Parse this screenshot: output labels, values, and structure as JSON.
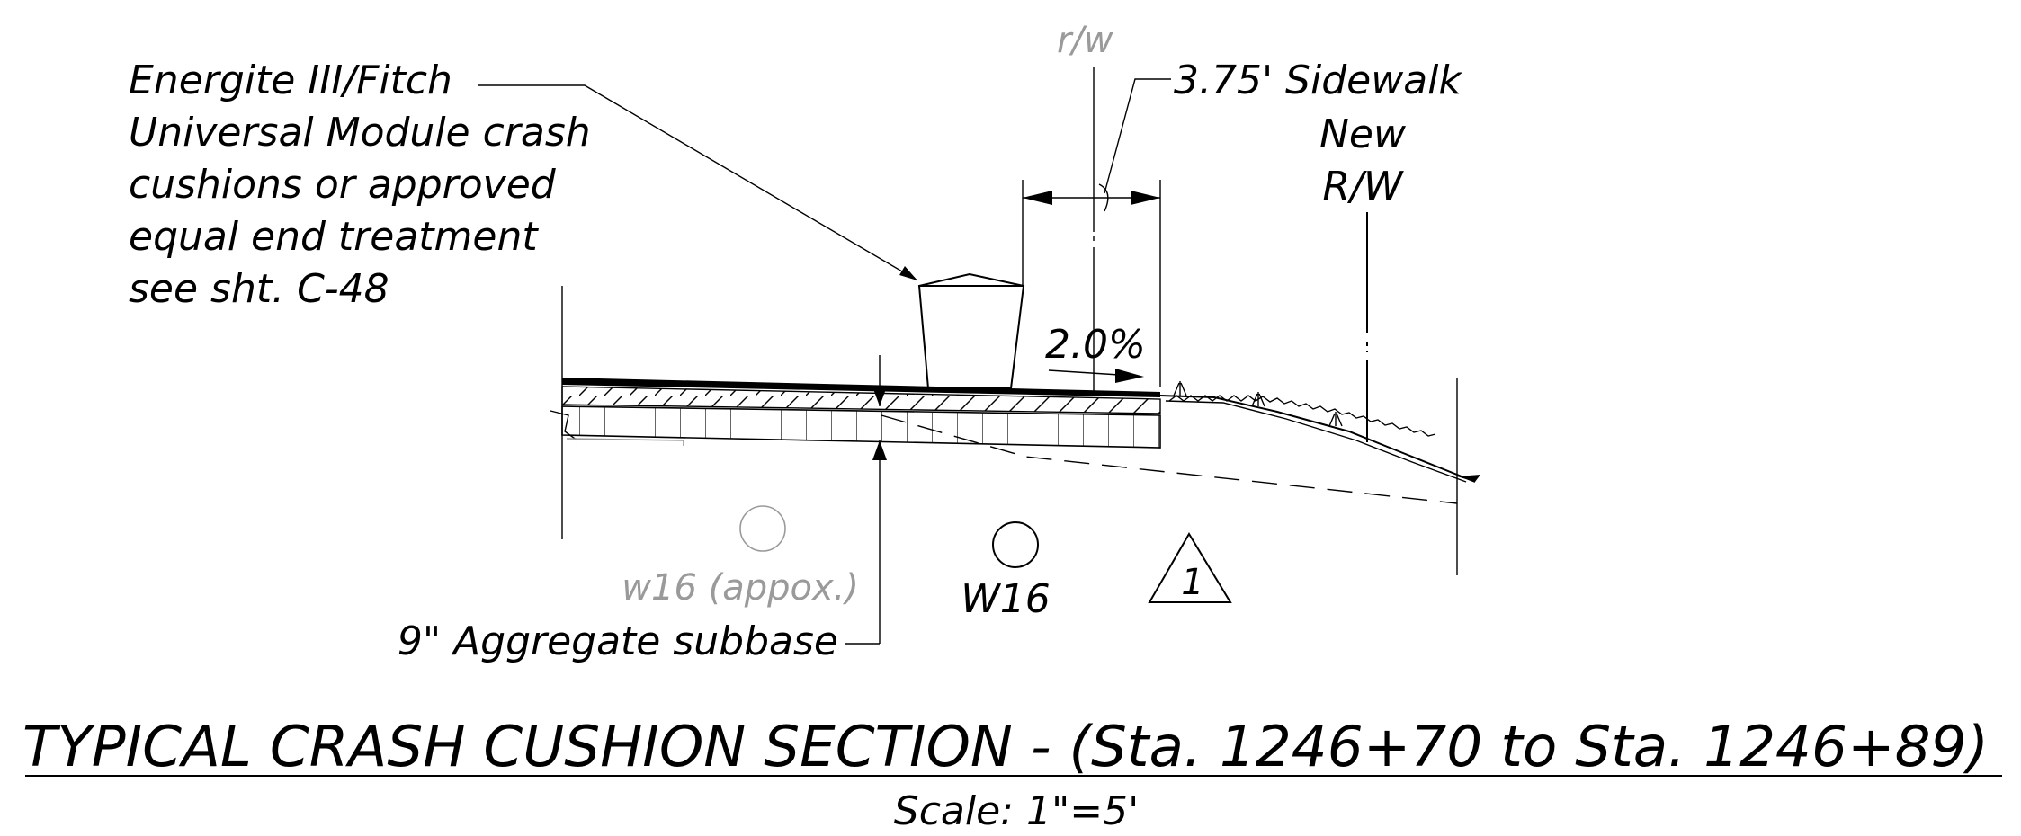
{
  "callouts": {
    "crash_cushion": [
      "Energite III/Fitch",
      "Universal Module crash",
      "cushions or approved",
      "equal end treatment",
      "see sht. C-48"
    ],
    "existing_rw": "r/w",
    "sidewalk": "3.75' Sidewalk",
    "new_rw": [
      "New",
      "R/W"
    ],
    "slope": "2.0%",
    "subbase": "9\" Aggregate subbase",
    "existing_marker": "w16 (appox.)",
    "proposed_marker": "W16",
    "revision_number": "1"
  },
  "title": "TYPICAL CRASH CUSHION SECTION - (Sta. 1246+70 to Sta. 1246+89)",
  "scale": "Scale: 1\"=5'"
}
